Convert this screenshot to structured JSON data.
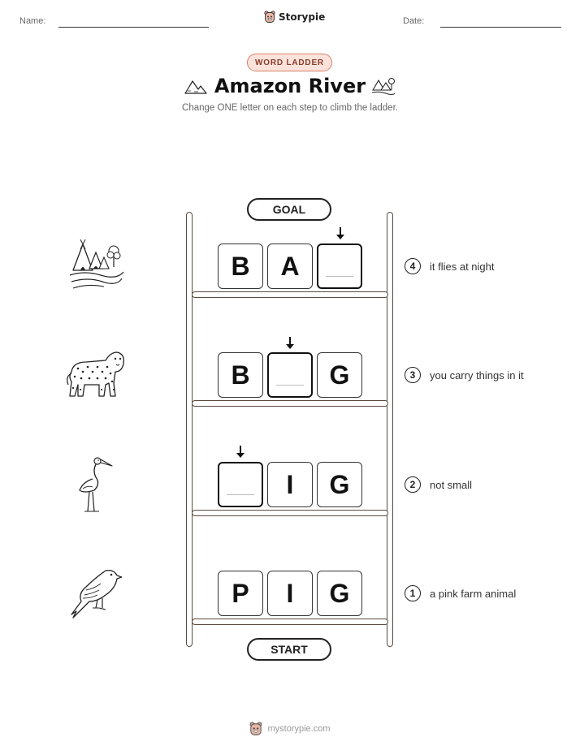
{
  "header": {
    "name_label": "Name:",
    "date_label": "Date:",
    "brand": "Storypie"
  },
  "badge": "WORD LADDER",
  "title": "Amazon River",
  "subtitle": "Change ONE letter on each step to climb the ladder.",
  "ladder": {
    "goal_label": "GOAL",
    "start_label": "START",
    "steps": [
      {
        "number": "4",
        "letters": [
          "B",
          "A",
          ""
        ],
        "blank_index": 2,
        "clue": "it flies at night",
        "picture": "village-icon"
      },
      {
        "number": "3",
        "letters": [
          "B",
          "",
          "G"
        ],
        "blank_index": 1,
        "clue": "you carry things in it",
        "picture": "jaguar-icon"
      },
      {
        "number": "2",
        "letters": [
          "",
          "I",
          "G"
        ],
        "blank_index": 0,
        "clue": "not small",
        "picture": "heron-icon"
      },
      {
        "number": "1",
        "letters": [
          "P",
          "I",
          "G"
        ],
        "blank_index": -1,
        "clue": "a pink farm animal",
        "picture": "bird-icon"
      }
    ]
  },
  "footer": "mystorypie.com",
  "colors": {
    "accent": "#d9806a",
    "badge_bg": "#fbe3dc",
    "ladder": "#5a4a40"
  }
}
